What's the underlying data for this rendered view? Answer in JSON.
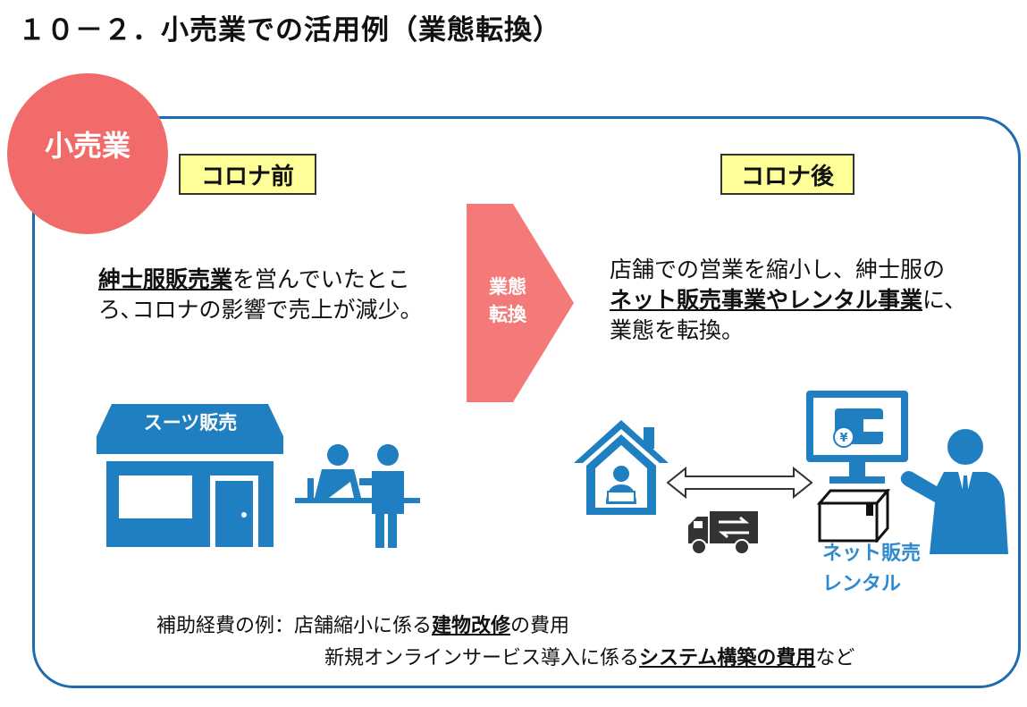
{
  "title": "１０－２．小売業での活用例（業態転換）",
  "badge": "小売業",
  "before": {
    "label": "コロナ前",
    "line1_em": "紳士服販売業",
    "line1_rest": "を営んでいたとこ",
    "line2": "ろ､コロナの影響で売上が減少。"
  },
  "arrow": {
    "line1": "業態",
    "line2": "転換"
  },
  "after": {
    "label": "コロナ後",
    "line1": "店舗での営業を縮小し、紳士服の",
    "line2_em": "ネット販売事業やレンタル事業",
    "line2_rest": "に、",
    "line3": "業態を転換。"
  },
  "store_sign": "スーツ販売",
  "net_labels": {
    "line1": "ネット販売",
    "line2": "レンタル"
  },
  "footer": {
    "line1_pre": "補助経費の例：店舗縮小に係る",
    "line1_em": "建物改修",
    "line1_post": "の費用",
    "line2_pre": "新規オンラインサービス導入に係る",
    "line2_em": "システム構築の費用",
    "line2_post": "など"
  },
  "colors": {
    "frame": "#1f6bb0",
    "badge": "#f26b6b",
    "label_bg": "#ffff99",
    "icon_blue": "#1f7fc0",
    "arrow": "#f47a7a"
  }
}
